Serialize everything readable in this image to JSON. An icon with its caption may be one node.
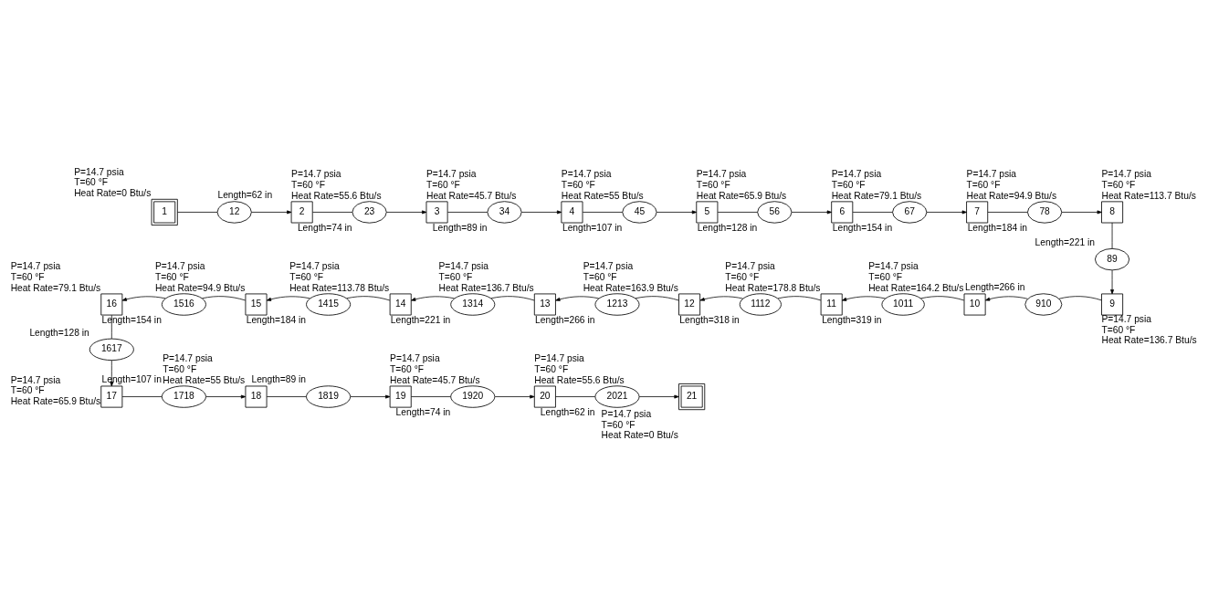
{
  "diagram": {
    "nodes": [
      {
        "text": [
          "1"
        ],
        "beside": [
          "P=14.7 psia",
          "T=60 °F",
          "Heat Rate=0 Btu/s"
        ]
      },
      {
        "text": [
          "12"
        ],
        "beside": [
          "Length=62 in"
        ]
      },
      {
        "text": [
          "2"
        ],
        "beside": [
          "P=14.7 psia",
          "T=60 °F",
          "Heat Rate=55.6 Btu/s"
        ]
      },
      {
        "text": [
          "23"
        ],
        "beside": [
          "Length=74 in"
        ]
      },
      {
        "text": [
          "3"
        ],
        "beside": [
          "P=14.7 psia",
          "T=60 °F",
          "Heat Rate=45.7 Btu/s"
        ]
      },
      {
        "text": [
          "34"
        ],
        "beside": [
          "Length=89 in"
        ]
      },
      {
        "text": [
          "4"
        ],
        "beside": [
          "P=14.7 psia",
          "T=60 °F",
          "Heat Rate=55 Btu/s"
        ]
      },
      {
        "text": [
          "45"
        ],
        "beside": [
          "Length=107 in"
        ]
      },
      {
        "text": [
          "5"
        ],
        "beside": [
          "P=14.7 psia",
          "T=60 °F",
          "Heat Rate=65.9 Btu/s"
        ]
      },
      {
        "text": [
          "56"
        ],
        "beside": [
          "Length=128 in"
        ]
      },
      {
        "text": [
          "6"
        ],
        "beside": [
          "P=14.7 psia",
          "T=60 °F",
          "Heat Rate=79.1 Btu/s"
        ]
      },
      {
        "text": [
          "67"
        ],
        "beside": [
          "Length=154 in"
        ]
      },
      {
        "text": [
          "7"
        ],
        "beside": [
          "P=14.7 psia",
          "T=60 °F",
          "Heat Rate=94.9 Btu/s"
        ]
      },
      {
        "text": [
          "78"
        ],
        "beside": [
          "Length=184 in"
        ]
      },
      {
        "text": [
          "8"
        ],
        "beside": [
          "P=14.7 psia",
          "T=60 °F",
          "Heat Rate=113.7 Btu/s"
        ]
      },
      {
        "text": [
          "89"
        ],
        "beside": [
          "Length=221 in"
        ]
      },
      {
        "text": [
          "9"
        ],
        "beside": [
          "P=14.7 psia",
          "T=60 °F",
          "Heat Rate=136.7 Btu/s"
        ]
      },
      {
        "text": [
          "910"
        ],
        "beside": [
          "Length=266 in"
        ]
      },
      {
        "text": [
          "10"
        ],
        "beside": [
          "P=14.7 psia",
          "T=60 °F",
          "Heat Rate=164.2 Btu/s"
        ]
      },
      {
        "text": [
          "1011"
        ],
        "beside": [
          "Length=319 in"
        ]
      },
      {
        "text": [
          "11"
        ],
        "beside": [
          "P=14.7 psia",
          "T=60 °F",
          "Heat Rate=178.8 Btu/s"
        ]
      },
      {
        "text": [
          "1112"
        ],
        "beside": [
          "Length=318 in"
        ]
      },
      {
        "text": [
          "12"
        ],
        "beside": [
          "P=14.7 psia",
          "T=60 °F",
          "Heat Rate=163.9 Btu/s"
        ]
      },
      {
        "text": [
          "1213"
        ],
        "beside": [
          "Length=266 in"
        ]
      },
      {
        "text": [
          "13"
        ],
        "beside": [
          "P=14.7 psia",
          "T=60 °F",
          "Heat Rate=136.7 Btu/s"
        ]
      },
      {
        "text": [
          "1314"
        ],
        "beside": [
          "Length=221 in"
        ]
      },
      {
        "text": [
          "14"
        ],
        "beside": [
          "P=14.7 psia",
          "T=60 °F",
          "Heat Rate=113.78 Btu/s"
        ]
      },
      {
        "text": [
          "1415"
        ],
        "beside": [
          "Length=184 in"
        ]
      },
      {
        "text": [
          "15"
        ],
        "beside": [
          "P=14.7 psia",
          "T=60 °F",
          "Heat Rate=94.9 Btu/s"
        ]
      },
      {
        "text": [
          "1516"
        ],
        "beside": [
          "Length=154 in"
        ]
      },
      {
        "text": [
          "16"
        ],
        "beside": [
          "P=14.7 psia",
          "T=60 °F",
          "Heat Rate=79.1 Btu/s"
        ]
      },
      {
        "text": [
          "1617"
        ],
        "beside": [
          "Length=128 in"
        ]
      },
      {
        "text": [
          "17"
        ],
        "beside": [
          "P=14.7 psia",
          "T=60 °F",
          "Heat Rate=65.9 Btu/s"
        ]
      },
      {
        "text": [
          "1718"
        ],
        "beside": [
          "Length=107 in"
        ]
      },
      {
        "text": [
          "18"
        ],
        "beside": [
          "P=14.7 psia",
          "T=60 °F",
          "Heat Rate=55 Btu/s"
        ]
      },
      {
        "text": [
          "1819"
        ],
        "beside": [
          "Length=89 in"
        ]
      },
      {
        "text": [
          "19"
        ],
        "beside": [
          "P=14.7 psia",
          "T=60 °F",
          "Heat Rate=45.7 Btu/s"
        ]
      },
      {
        "text": [
          "1920"
        ],
        "beside": [
          "Length=74 in"
        ]
      },
      {
        "text": [
          "20"
        ],
        "beside": [
          "P=14.7 psia",
          "T=60 °F",
          "Heat Rate=55.6 Btu/s"
        ]
      },
      {
        "text": [
          "2021"
        ],
        "beside": [
          "Length=62 in"
        ]
      },
      {
        "text": [
          "21"
        ],
        "beside": [
          "P=14.7 psia",
          "T=60 °F",
          "Heat Rate=0 Btu/s"
        ]
      }
    ],
    "edges": [
      {
        "from": 0,
        "to": 1,
        "arrow": "none"
      },
      {
        "from": 1,
        "to": 2,
        "arrow": "to"
      },
      {
        "from": 2,
        "to": 3,
        "arrow": "none"
      },
      {
        "from": 3,
        "to": 4,
        "arrow": "to"
      },
      {
        "from": 4,
        "to": 5,
        "arrow": "none"
      },
      {
        "from": 5,
        "to": 6,
        "arrow": "to"
      },
      {
        "from": 6,
        "to": 7,
        "arrow": "none"
      },
      {
        "from": 7,
        "to": 8,
        "arrow": "to"
      },
      {
        "from": 8,
        "to": 9,
        "arrow": "none"
      },
      {
        "from": 9,
        "to": 10,
        "arrow": "to"
      },
      {
        "from": 10,
        "to": 11,
        "arrow": "none"
      },
      {
        "from": 11,
        "to": 12,
        "arrow": "to"
      },
      {
        "from": 12,
        "to": 13,
        "arrow": "none"
      },
      {
        "from": 13,
        "to": 14,
        "arrow": "to"
      },
      {
        "from": 14,
        "to": 15,
        "arrow": "none"
      },
      {
        "from": 15,
        "to": 16,
        "arrow": "to"
      },
      {
        "from": 16,
        "to": 17,
        "arrow": "none"
      },
      {
        "from": 17,
        "to": 18,
        "arrow": "to"
      },
      {
        "from": 18,
        "to": 19,
        "arrow": "none"
      },
      {
        "from": 19,
        "to": 20,
        "arrow": "to"
      },
      {
        "from": 20,
        "to": 21,
        "arrow": "none"
      },
      {
        "from": 21,
        "to": 22,
        "arrow": "to"
      },
      {
        "from": 22,
        "to": 23,
        "arrow": "none"
      },
      {
        "from": 23,
        "to": 24,
        "arrow": "to"
      },
      {
        "from": 24,
        "to": 25,
        "arrow": "none"
      },
      {
        "from": 25,
        "to": 26,
        "arrow": "to"
      },
      {
        "from": 26,
        "to": 27,
        "arrow": "none"
      },
      {
        "from": 27,
        "to": 28,
        "arrow": "to"
      },
      {
        "from": 28,
        "to": 29,
        "arrow": "none"
      },
      {
        "from": 29,
        "to": 30,
        "arrow": "to"
      },
      {
        "from": 30,
        "to": 31,
        "arrow": "none"
      },
      {
        "from": 31,
        "to": 32,
        "arrow": "to"
      },
      {
        "from": 32,
        "to": 33,
        "arrow": "none"
      },
      {
        "from": 33,
        "to": 34,
        "arrow": "to"
      },
      {
        "from": 34,
        "to": 35,
        "arrow": "none"
      },
      {
        "from": 35,
        "to": 36,
        "arrow": "to"
      },
      {
        "from": 36,
        "to": 37,
        "arrow": "none"
      },
      {
        "from": 37,
        "to": 38,
        "arrow": "to"
      },
      {
        "from": 38,
        "to": 39,
        "arrow": "none"
      },
      {
        "from": 39,
        "to": 40,
        "arrow": "to"
      }
    ]
  }
}
